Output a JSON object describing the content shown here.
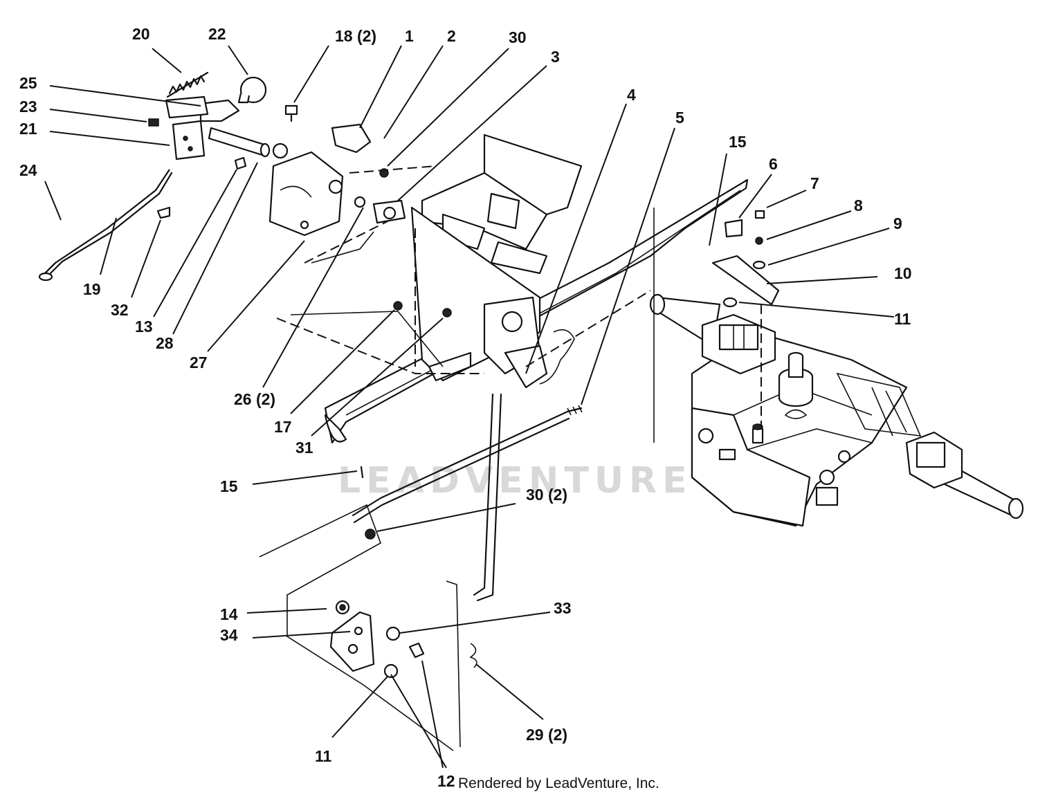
{
  "diagram": {
    "watermark": "LEADVENTURE",
    "credit": "Rendered by LeadVenture, Inc.",
    "callouts": [
      {
        "id": "c20",
        "text": "20"
      },
      {
        "id": "c22",
        "text": "22"
      },
      {
        "id": "c18",
        "text": "18 (2)"
      },
      {
        "id": "c1",
        "text": "1"
      },
      {
        "id": "c2",
        "text": "2"
      },
      {
        "id": "c30a",
        "text": "30"
      },
      {
        "id": "c3",
        "text": "3"
      },
      {
        "id": "c25",
        "text": "25"
      },
      {
        "id": "c23",
        "text": "23"
      },
      {
        "id": "c21",
        "text": "21"
      },
      {
        "id": "c24",
        "text": "24"
      },
      {
        "id": "c19",
        "text": "19"
      },
      {
        "id": "c32",
        "text": "32"
      },
      {
        "id": "c13",
        "text": "13"
      },
      {
        "id": "c28",
        "text": "28"
      },
      {
        "id": "c27",
        "text": "27"
      },
      {
        "id": "c26",
        "text": "26 (2)"
      },
      {
        "id": "c17",
        "text": "17"
      },
      {
        "id": "c31",
        "text": "31"
      },
      {
        "id": "c4",
        "text": "4"
      },
      {
        "id": "c5",
        "text": "5"
      },
      {
        "id": "c15a",
        "text": "15"
      },
      {
        "id": "c6",
        "text": "6"
      },
      {
        "id": "c7",
        "text": "7"
      },
      {
        "id": "c8",
        "text": "8"
      },
      {
        "id": "c9",
        "text": "9"
      },
      {
        "id": "c10",
        "text": "10"
      },
      {
        "id": "c11a",
        "text": "11"
      },
      {
        "id": "c15b",
        "text": "15"
      },
      {
        "id": "c30b",
        "text": "30 (2)"
      },
      {
        "id": "c14",
        "text": "14"
      },
      {
        "id": "c34",
        "text": "34"
      },
      {
        "id": "c33",
        "text": "33"
      },
      {
        "id": "c11b",
        "text": "11"
      },
      {
        "id": "c29",
        "text": "29 (2)"
      },
      {
        "id": "c12",
        "text": "12"
      }
    ]
  }
}
